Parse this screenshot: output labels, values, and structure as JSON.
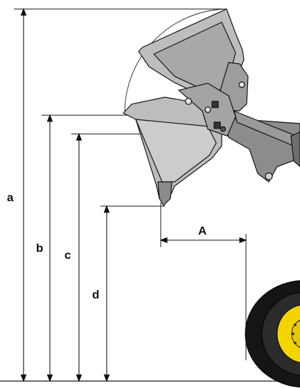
{
  "diagram": {
    "labels": {
      "a": "a",
      "b": "b",
      "c": "c",
      "d": "d",
      "A": "A"
    }
  },
  "colors": {
    "line": "#111111",
    "bucket_fill": "#bdbdbd",
    "bucket_dark": "#7a7a7a",
    "arm": "#8c8c8c",
    "tire": "#151515",
    "tire_wall": "#2b2b2b",
    "rim": "#f3d400"
  }
}
